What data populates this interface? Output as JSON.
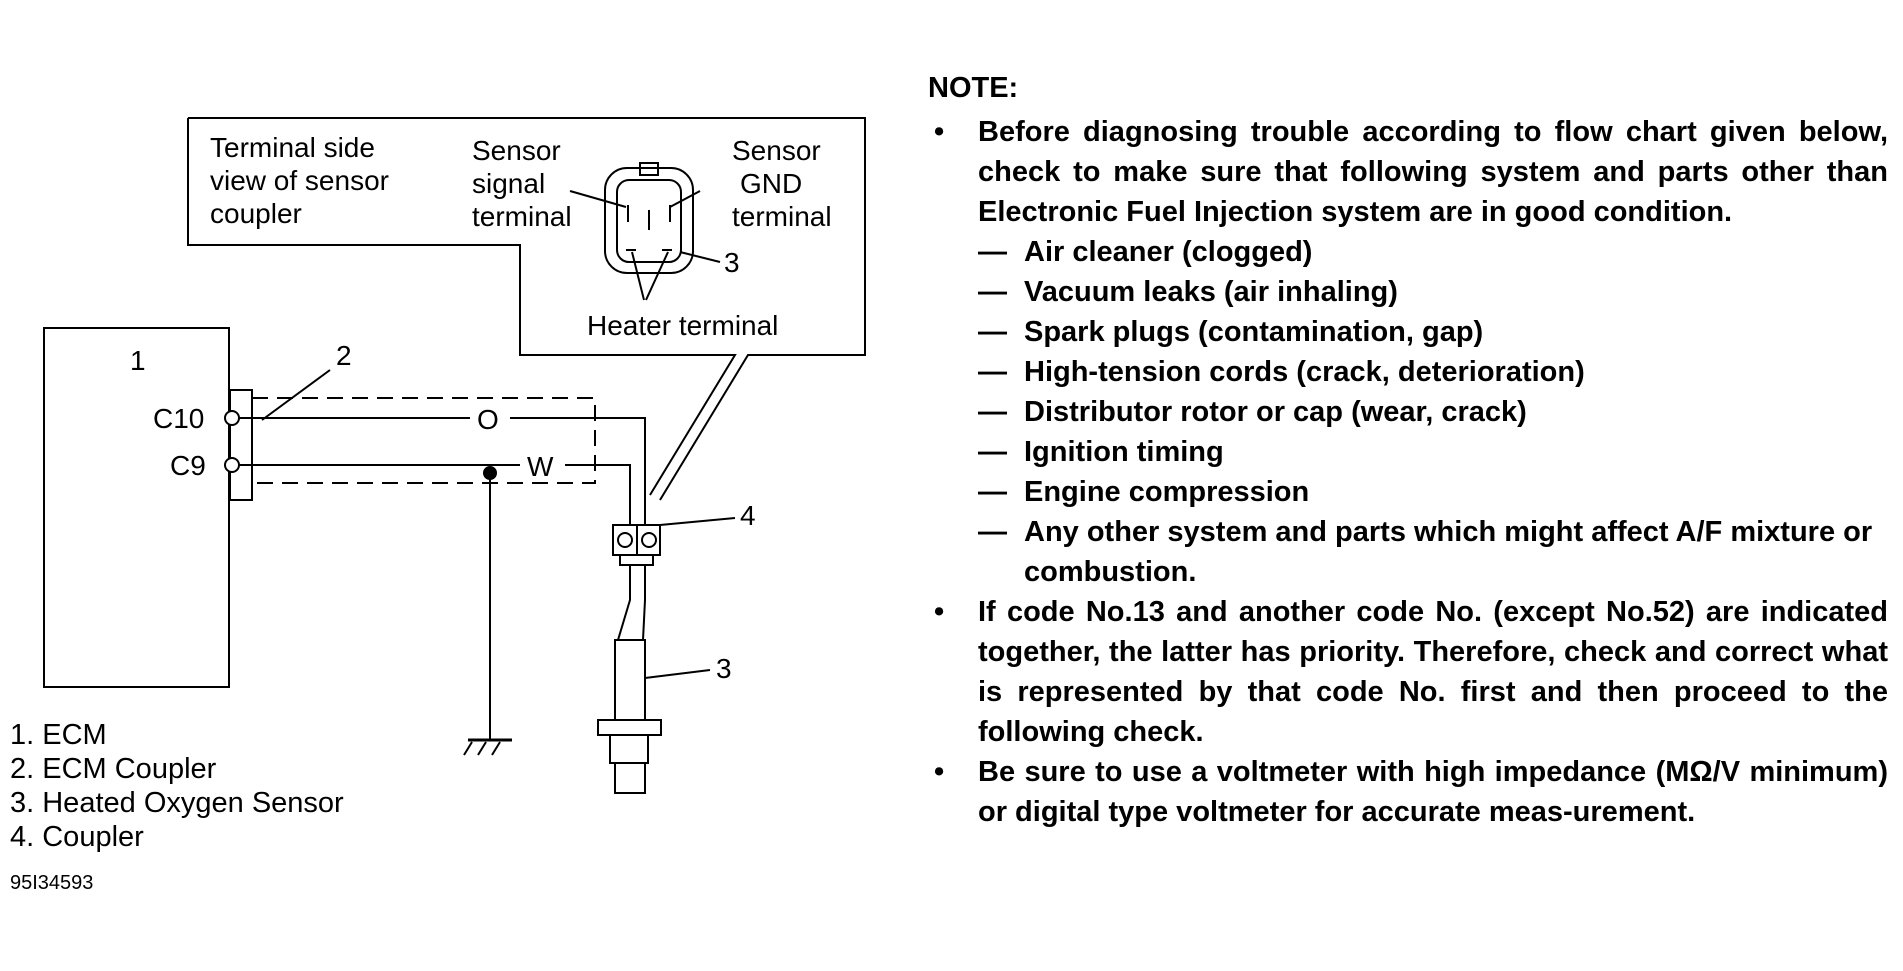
{
  "diagram": {
    "callout": {
      "terminal_side": [
        "Terminal side",
        "view of sensor",
        "coupler"
      ],
      "sensor_signal": [
        "Sensor",
        "signal",
        "terminal"
      ],
      "sensor_gnd": [
        "Sensor",
        "GND",
        "terminal"
      ],
      "heater_terminal": "Heater terminal",
      "ref_3": "3"
    },
    "ecm_number": "1",
    "coupler_ref": "2",
    "c10": "C10",
    "c9": "C9",
    "wire_o": "O",
    "wire_w": "W",
    "ref_4": "4",
    "ref_3": "3"
  },
  "legend": [
    "1. ECM",
    "2. ECM Coupler",
    "3. Heated Oxygen Sensor",
    "4. Coupler"
  ],
  "figure_id": "95I34593",
  "note": {
    "title": "NOTE:",
    "bullet_symbol": "•",
    "dash_symbol": "—",
    "bullet1": "Before diagnosing trouble according to flow chart given below, check to make sure that following system and parts other than Electronic Fuel Injection system are in good condition.",
    "dash_items": [
      "Air cleaner (clogged)",
      "Vacuum leaks (air inhaling)",
      "Spark plugs (contamination, gap)",
      "High-tension cords (crack, deterioration)",
      "Distributor rotor or cap (wear, crack)",
      "Ignition timing",
      "Engine compression",
      "Any other system and parts which might affect A/F mixture or combustion."
    ],
    "bullet2": "If code No.13 and another code No. (except No.52) are indicated together, the latter has priority. Therefore, check and correct what is represented by that code No. first and then proceed to the following check.",
    "bullet3": "Be sure to use a voltmeter with high impedance (MΩ/V minimum) or digital type voltmeter for accurate meas-urement."
  }
}
